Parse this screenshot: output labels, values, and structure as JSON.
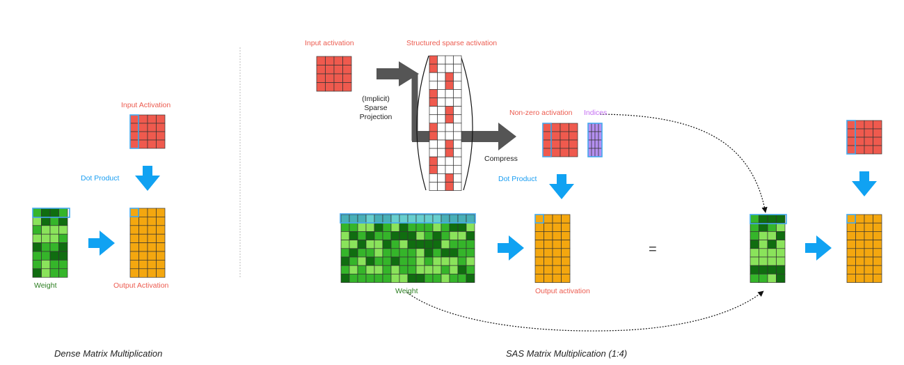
{
  "colors": {
    "activation": "#ef5a4e",
    "indices": "#b48ff0",
    "output": "#f4a70f",
    "weight_light": "#8ae35b",
    "weight_mid": "#35b52a",
    "weight_dark": "#106d10",
    "highlight": "#44aaee",
    "highlight_fill": "#67cfcf",
    "arrow_blue": "#10a2f2",
    "arrow_gray": "#555555",
    "grid_line": "#333333"
  },
  "dense": {
    "input_label": "Input Activation",
    "dot_product_label": "Dot Product",
    "weight_label": "Weight",
    "output_label": "Output Activation",
    "caption": "Dense Matrix Multiplication"
  },
  "sas": {
    "input_label": "Input activation",
    "structured_label": "Structured sparse activation",
    "projection_label": "(Implicit) Sparse Projection",
    "nonzero_label": "Non-zero activation",
    "indices_label": "Indices",
    "compress_label": "Compress",
    "dot_product_label": "Dot Product",
    "weight_label": "Weight",
    "output_label": "Output activation",
    "equals": "=",
    "caption": "SAS Matrix Multiplication (1:4)"
  }
}
